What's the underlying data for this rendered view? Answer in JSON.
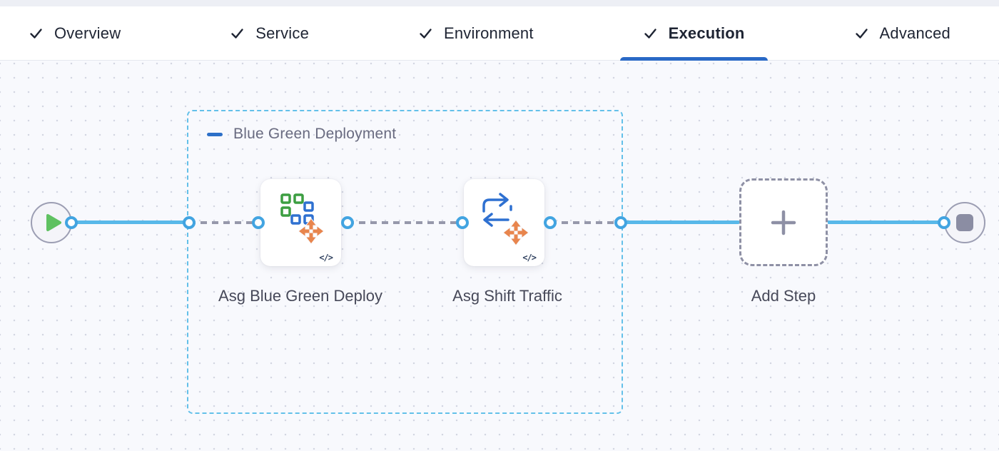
{
  "tabs": {
    "items": [
      {
        "label": "Overview",
        "active": false
      },
      {
        "label": "Service",
        "active": false
      },
      {
        "label": "Environment",
        "active": false
      },
      {
        "label": "Execution",
        "active": true
      },
      {
        "label": "Advanced",
        "active": false
      }
    ]
  },
  "canvas": {
    "group": {
      "label": "Blue Green Deployment",
      "collapse_icon": "minus-icon"
    },
    "steps": [
      {
        "label": "Asg Blue Green Deploy",
        "icon": "asg-blue-green-deploy-icon",
        "code_badge": "</>"
      },
      {
        "label": "Asg Shift Traffic",
        "icon": "asg-shift-traffic-icon",
        "code_badge": "</>"
      }
    ],
    "add_step": {
      "label": "Add Step",
      "icon": "plus-icon"
    },
    "start_node_icon": "play-icon",
    "end_node_icon": "stop-icon"
  },
  "icons": {
    "tab_check": "checkmark-icon",
    "move_overlay": "move-arrows-icon"
  },
  "colors": {
    "accent_blue": "#2a69c6",
    "connection_blue": "#58b8e9",
    "port_ring_blue": "#42a4e1",
    "group_border_blue": "#63c0e9",
    "dashed_connector_gray": "#9698ab",
    "play_green": "#5fc161",
    "icon_green": "#3c9e41",
    "icon_blue": "#2e70d1",
    "move_orange": "#e8854d",
    "neutral_gray": "#8e90a5",
    "text_dark": "#1e2433"
  }
}
